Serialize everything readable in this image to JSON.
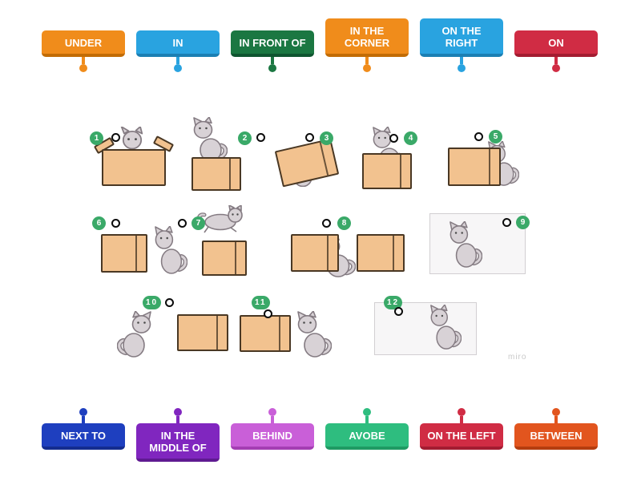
{
  "activity": {
    "kind": "labelled-diagram-matching",
    "watermark": "miro"
  },
  "colors": {
    "badge_green": "#3aa968",
    "box_fill": "#f2c28f",
    "box_border": "#4a3824",
    "panel_fill": "#f7f6f7",
    "panel_border": "#d2cfd2",
    "cat_fill": "#d8d2d6",
    "cat_stroke": "#847b82",
    "spot_border": "#0b0b0b"
  },
  "top_labels": [
    {
      "label": "UNDER",
      "color": "#f08c1b",
      "dark": "#c26c05"
    },
    {
      "label": "IN",
      "color": "#29a3e0",
      "dark": "#1b7fb3"
    },
    {
      "label": "IN FRONT OF",
      "color": "#1b7742",
      "dark": "#0f5530"
    },
    {
      "label": "IN THE\nCORNER",
      "color": "#f08c1b",
      "dark": "#c26c05"
    },
    {
      "label": "ON THE\nRIGHT",
      "color": "#29a3e0",
      "dark": "#1b7fb3"
    },
    {
      "label": "ON",
      "color": "#d02c44",
      "dark": "#a31c31"
    }
  ],
  "bottom_labels": [
    {
      "label": "NEXT TO",
      "color": "#1e3fbf",
      "dark": "#142c8f"
    },
    {
      "label": "IN THE\nMIDDLE OF",
      "color": "#8026bf",
      "dark": "#5f1a91"
    },
    {
      "label": "BEHIND",
      "color": "#c95fd8",
      "dark": "#a43eb3"
    },
    {
      "label": "AVOBE",
      "color": "#2ebd7f",
      "dark": "#1f9a63"
    },
    {
      "label": "ON THE LEFT",
      "color": "#d02c44",
      "dark": "#a31c31"
    },
    {
      "label": "BETWEEN",
      "color": "#e2551e",
      "dark": "#b53d0f"
    }
  ],
  "scene": {
    "items": [
      {
        "number": "1",
        "description": "cat inside an open box"
      },
      {
        "number": "2",
        "description": "cat sitting on top of a box"
      },
      {
        "number": "3",
        "description": "cat under a tilted box"
      },
      {
        "number": "4",
        "description": "cat behind a box"
      },
      {
        "number": "5",
        "description": "cat at the right side of a box"
      },
      {
        "number": "6",
        "description": "box with cat in front"
      },
      {
        "number": "7",
        "description": "cat leaping above a box"
      },
      {
        "number": "8",
        "description": "cat between two boxes"
      },
      {
        "number": "9",
        "description": "cat inside a large panel"
      },
      {
        "number": "10",
        "description": "cat next to a box"
      },
      {
        "number": "11",
        "description": "box with cat beside it"
      },
      {
        "number": "12",
        "description": "cat in the corner of a panel"
      }
    ]
  }
}
